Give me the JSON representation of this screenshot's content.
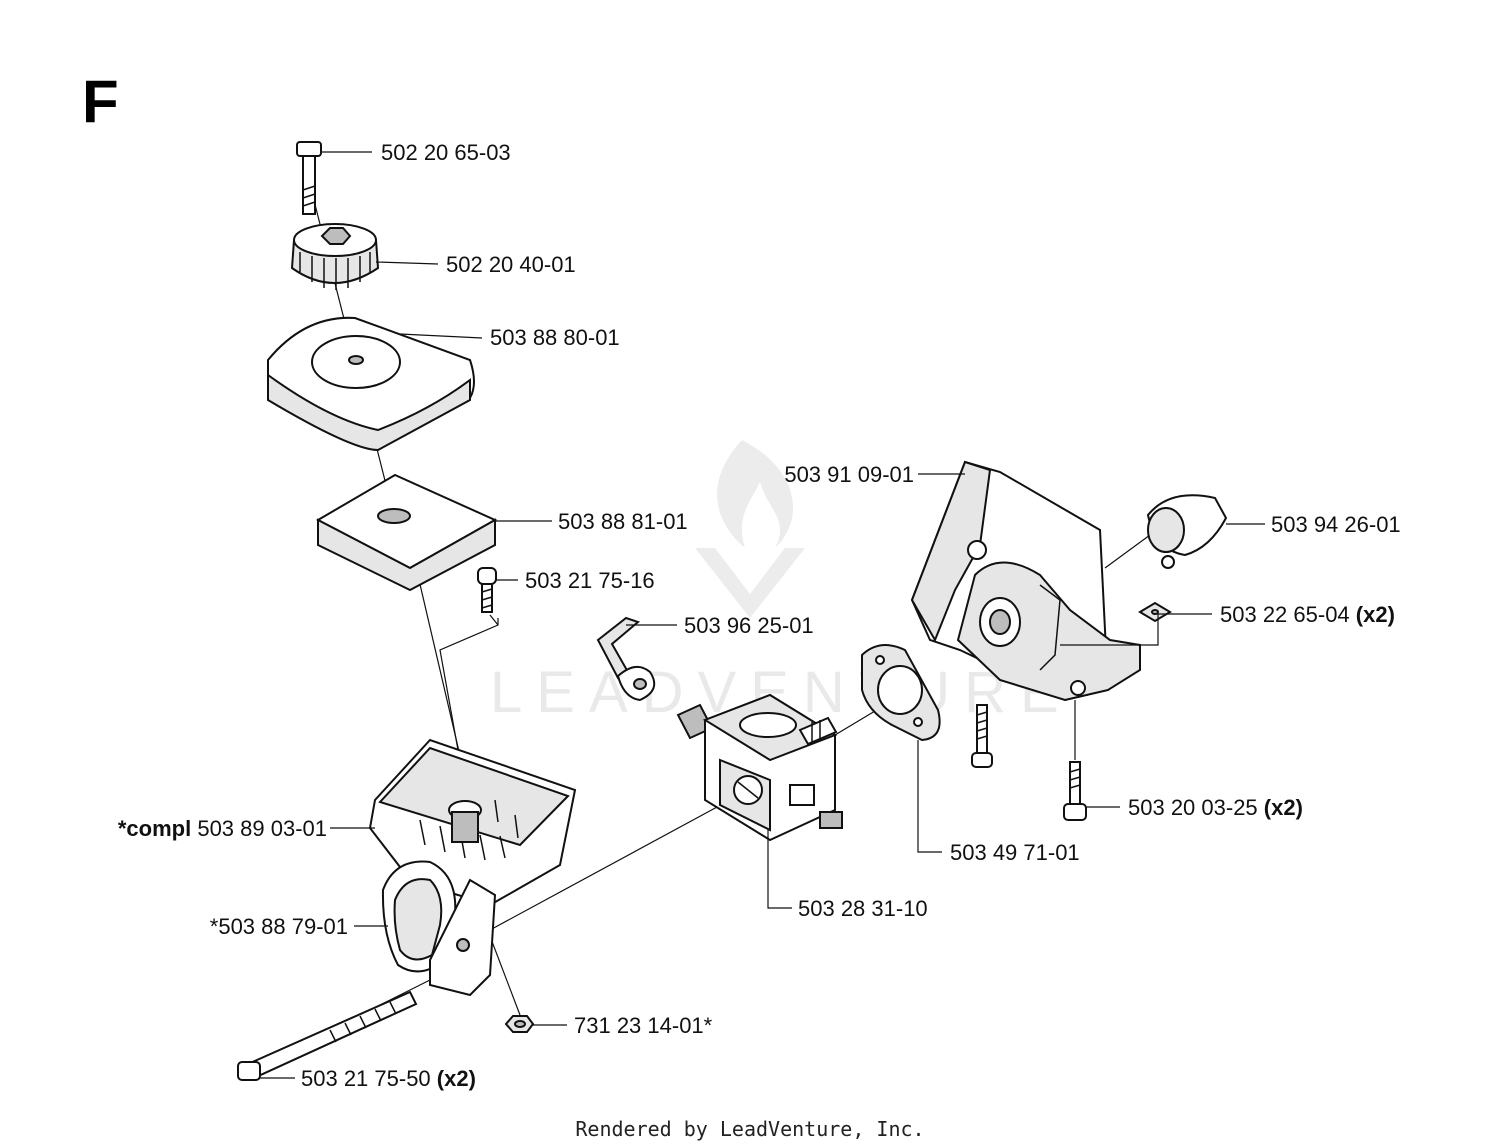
{
  "section_letter": "F",
  "footer": "Rendered by LeadVenture, Inc.",
  "watermark": "LEADVENTURE",
  "parts": {
    "bolt_top": {
      "number": "502 20 65-03"
    },
    "knob": {
      "number": "502 20 40-01"
    },
    "filter_cover": {
      "number": "503 88 80-01"
    },
    "filter": {
      "number": "503 88 81-01"
    },
    "screw_small": {
      "number": "503 21 75-16"
    },
    "choke_lever": {
      "number": "503 96 25-01"
    },
    "intake": {
      "number": "503 91 09-01"
    },
    "sleeve": {
      "number": "503 94 26-01"
    },
    "washer": {
      "number": "503 22 65-04",
      "qty": "(x2)"
    },
    "screw_intake": {
      "number": "503 20 03-25",
      "qty": "(x2)"
    },
    "gasket": {
      "number": "503 49 71-01"
    },
    "carburetor": {
      "number": "503 28 31-10"
    },
    "filter_housing": {
      "prefix": "*compl",
      "number": "503 89 03-01"
    },
    "grommet": {
      "number": "*503 88 79-01"
    },
    "nut": {
      "number": "731 23 14-01*"
    },
    "long_bolt": {
      "number": "503 21 75-50",
      "qty": "(x2)"
    }
  }
}
